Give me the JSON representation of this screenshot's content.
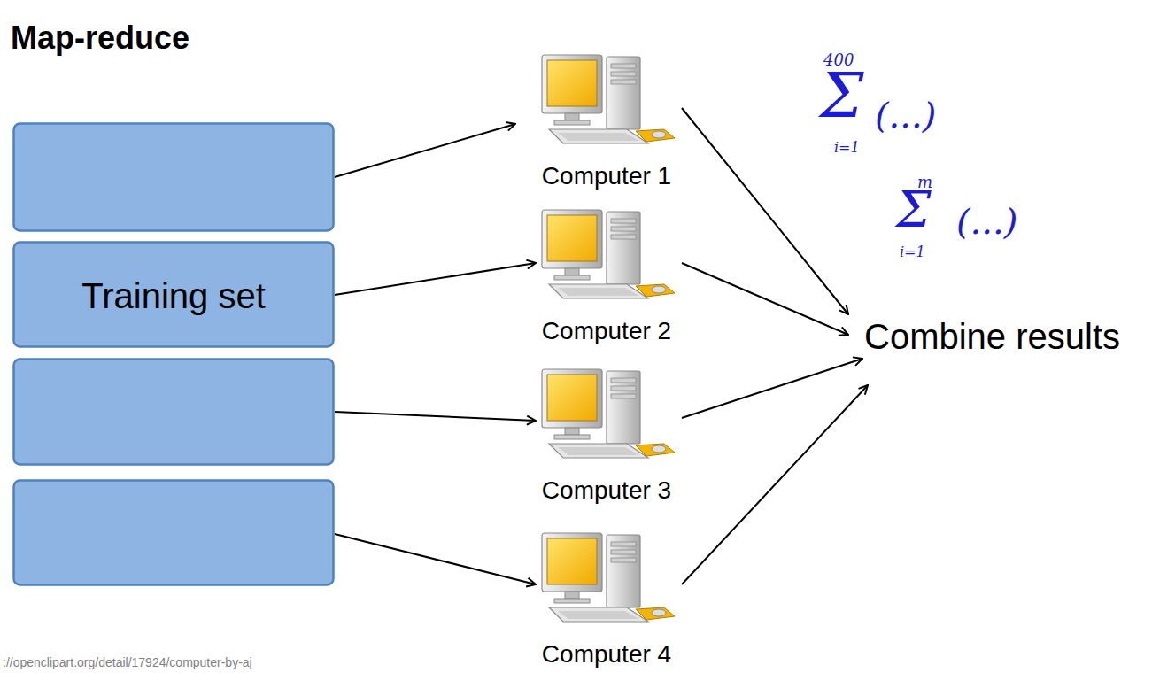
{
  "diagram": {
    "title": "Map-reduce",
    "nodes": [
      {
        "text": [
          "Training set"
        ]
      },
      {
        "text": [
          "Computer 1"
        ]
      },
      {
        "text": [
          "Computer 2"
        ]
      },
      {
        "text": [
          "Computer 3"
        ]
      },
      {
        "text": [
          "Computer 4"
        ]
      },
      {
        "text": [
          "Combine results"
        ]
      }
    ],
    "edges": [
      {
        "from": 0,
        "to": 1,
        "arrow": "to"
      },
      {
        "from": 0,
        "to": 2,
        "arrow": "to"
      },
      {
        "from": 0,
        "to": 3,
        "arrow": "to"
      },
      {
        "from": 0,
        "to": 4,
        "arrow": "to"
      },
      {
        "from": 1,
        "to": 5,
        "arrow": "to"
      },
      {
        "from": 2,
        "to": 5,
        "arrow": "to"
      },
      {
        "from": 3,
        "to": 5,
        "arrow": "to"
      },
      {
        "from": 4,
        "to": 5,
        "arrow": "to"
      }
    ],
    "labels": [
      "400",
      "Σ",
      "i=1",
      "(...)",
      "m",
      "Σ",
      "i=1",
      "(...)",
      "://openclipart.org/detail/17924/computer-by-aj"
    ]
  }
}
